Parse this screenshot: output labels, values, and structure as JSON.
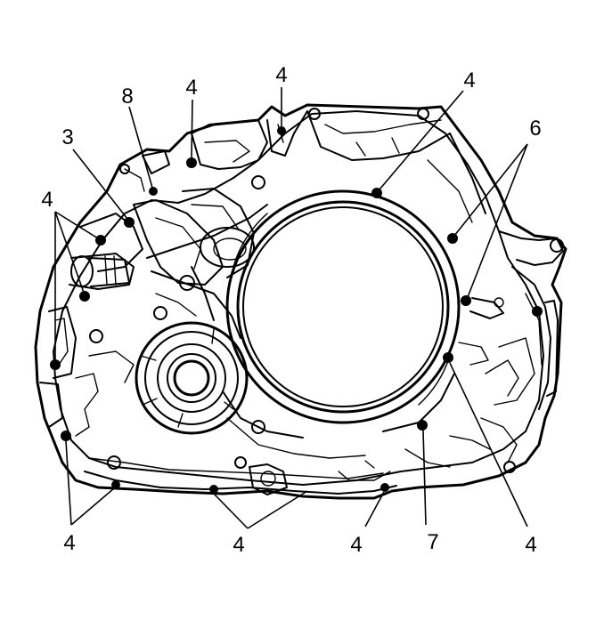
{
  "callouts": {
    "c4_top_left_bolt": "4",
    "c4_top_center": "4",
    "c4_top_right": "4",
    "c6_right": "6",
    "c8": "8",
    "c3": "3",
    "c4_left": "4",
    "c4_bottom_left": "4",
    "c4_bottom_center": "4",
    "c4_bottom_mid": "4",
    "c7": "7",
    "c4_bottom_right": "4"
  },
  "colors": {
    "line": "#000000",
    "background": "#ffffff"
  }
}
